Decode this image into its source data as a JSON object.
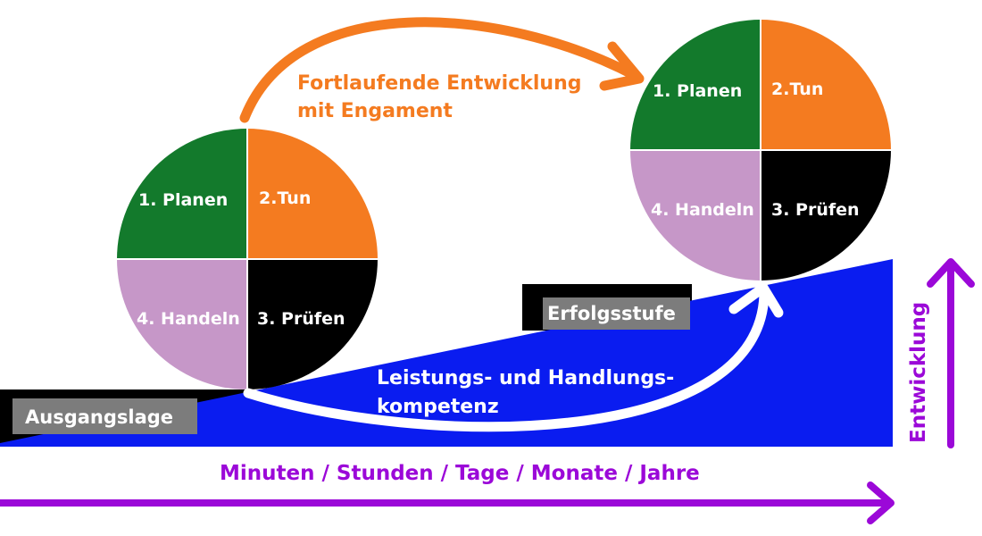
{
  "colors": {
    "plan": "#137a2c",
    "do": "#f47b20",
    "act": "#c697c8",
    "check": "#000000",
    "ramp": "#0a1cf0",
    "arc": "#f47b20",
    "timeline": "#9b08d8"
  },
  "cycle_small": {
    "plan": "1. Planen",
    "do": "2.Tun",
    "act": "4. Handeln",
    "check": "3. Prüfen"
  },
  "cycle_large": {
    "plan": "1. Planen",
    "do": "2.Tun",
    "act": "4. Handeln",
    "check": "3. Prüfen"
  },
  "development_arc": {
    "line1": "Fortlaufende Entwicklung",
    "line2": "mit Engament"
  },
  "competence": {
    "line1": "Leistungs- und Handlungs-",
    "line2": "kompetenz"
  },
  "start_label": "Ausgangslage",
  "success_label": "Erfolgsstufe",
  "vertical_axis_label": "Entwicklung",
  "timeline_label": "Minuten / Stunden / Tage / Monate / Jahre"
}
